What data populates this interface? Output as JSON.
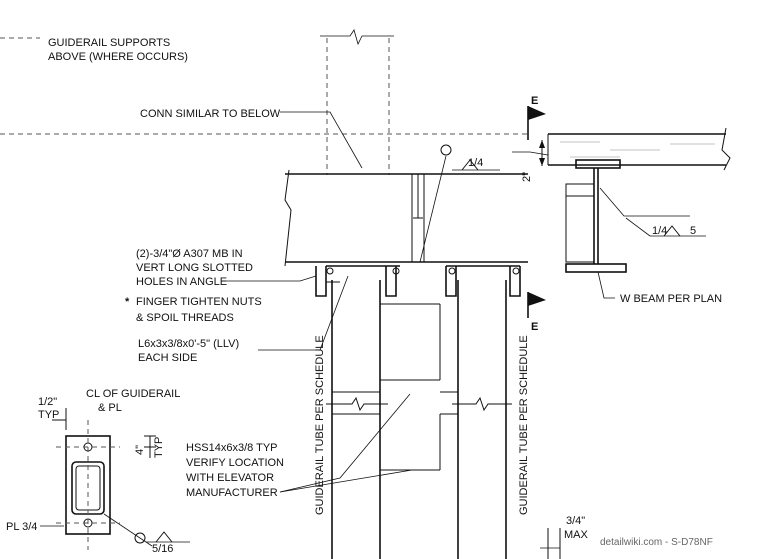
{
  "labels": {
    "guiderail_supports_1": "GUIDERAIL SUPPORTS",
    "guiderail_supports_2": "ABOVE (WHERE OCCURS)",
    "conn_similar": "CONN SIMILAR TO BELOW",
    "section_mark_top": "E",
    "section_mark_bottom": "E",
    "weld_top": "1/4",
    "dim_2in": "2\"",
    "weld_right_size": "1/4",
    "weld_right_length": "5",
    "bolts_1": "(2)-3/4\"Ø A307 MB IN",
    "bolts_2": "VERT LONG SLOTTED",
    "bolts_3": "HOLES IN ANGLE",
    "finger_star": "*",
    "finger_1": "FINGER TIGHTEN NUTS",
    "finger_2": "& SPOIL THREADS",
    "angle_1": "L6x3x3/8x0'-5\" (LLV)",
    "angle_2": "EACH SIDE",
    "w_beam": "W BEAM PER PLAN",
    "guiderail_tube_left": "GUIDERAIL TUBE PER SCHEDULE",
    "guiderail_tube_right": "GUIDERAIL TUBE PER SCHEDULE",
    "half_inch": "1/2\"",
    "typ_left": "TYP",
    "cl_1": "CL OF GUIDERAIL",
    "cl_2": "& PL",
    "four_in": "4\"",
    "typ_vert": "TYP",
    "hss_1": "HSS14x6x3/8 TYP",
    "hss_2": "VERIFY LOCATION",
    "hss_3": "WITH ELEVATOR",
    "hss_4": "MANUFACTURER",
    "pl": "PL 3/4",
    "weld_bottom": "5/16",
    "three_quarter": "3/4\"",
    "max": "MAX",
    "watermark": "detailwiki.com - S-D78NF"
  }
}
